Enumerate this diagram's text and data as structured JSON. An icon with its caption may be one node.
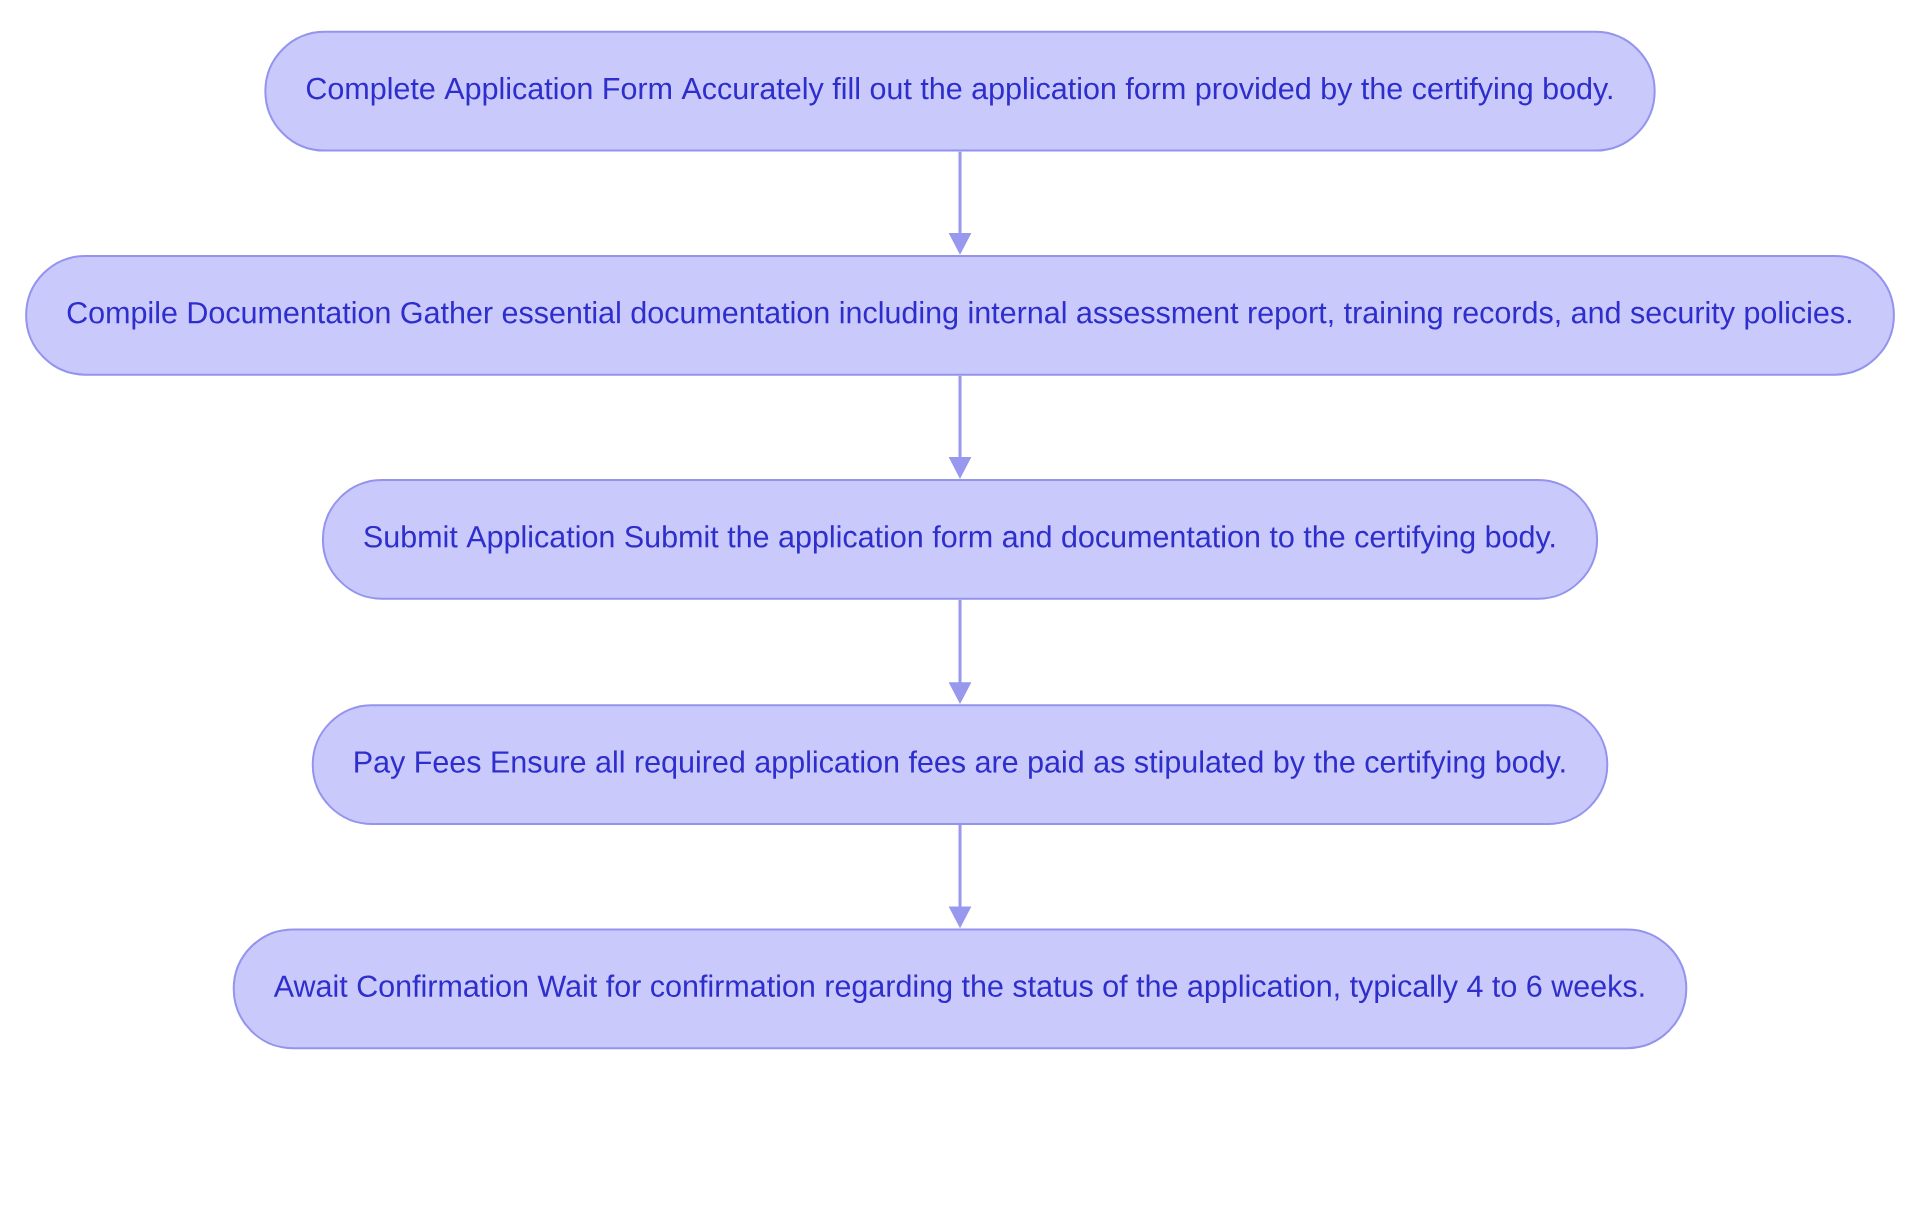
{
  "diagram": {
    "nodes": [
      {
        "text": [
          "Complete Application Form Accurately fill out the application form provided by the certifying body."
        ]
      },
      {
        "text": [
          "Compile Documentation Gather essential documentation including internal assessment report, training records, and security policies."
        ]
      },
      {
        "text": [
          "Submit Application Submit the application form and documentation to the certifying body."
        ]
      },
      {
        "text": [
          "Pay Fees Ensure all required application fees are paid as stipulated by the certifying body."
        ]
      },
      {
        "text": [
          "Await Confirmation Wait for confirmation regarding the status of the application, typically 4 to 6 weeks."
        ]
      }
    ],
    "edges": [
      {
        "from": 0,
        "to": 1,
        "arrow": "to"
      },
      {
        "from": 1,
        "to": 2,
        "arrow": "to"
      },
      {
        "from": 2,
        "to": 3,
        "arrow": "to"
      },
      {
        "from": 3,
        "to": 4,
        "arrow": "to"
      }
    ]
  }
}
